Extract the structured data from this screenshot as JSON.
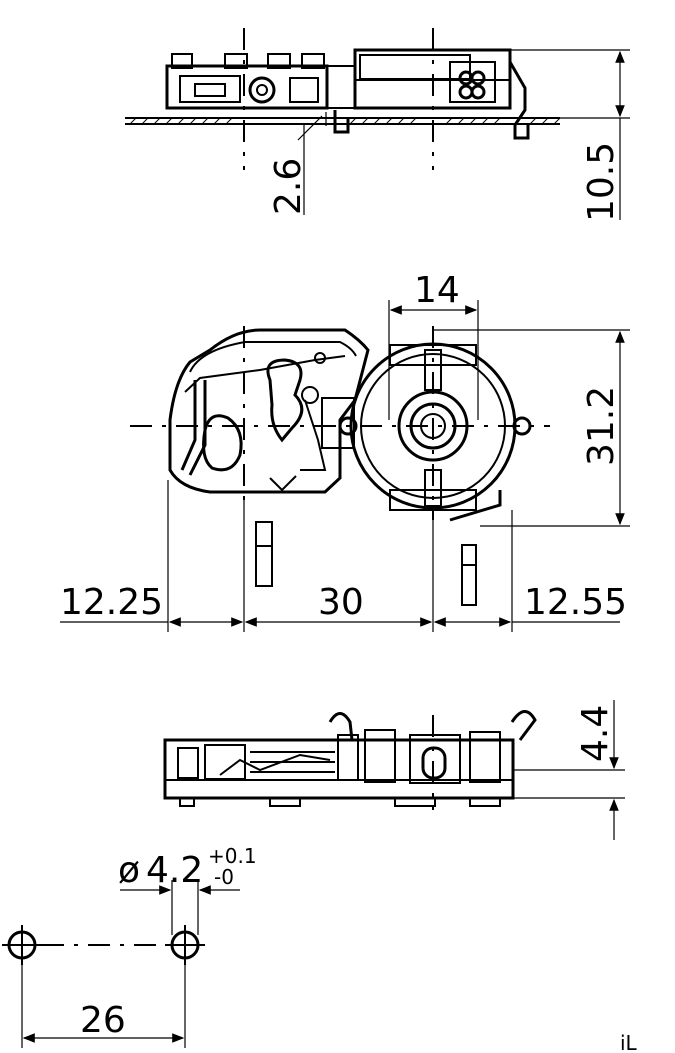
{
  "dimensions": {
    "d2_6": "2.6",
    "d10_5": "10.5",
    "d14": "14",
    "d31_2": "31.2",
    "d12_25": "12.25",
    "d30": "30",
    "d12_55": "12.55",
    "d4_4": "4.4",
    "dia_sym": "ø",
    "dia_val": "4.2",
    "tol_plus": "+0.1",
    "tol_minus": "-0",
    "d26": "26"
  },
  "corner_mark": "iL"
}
